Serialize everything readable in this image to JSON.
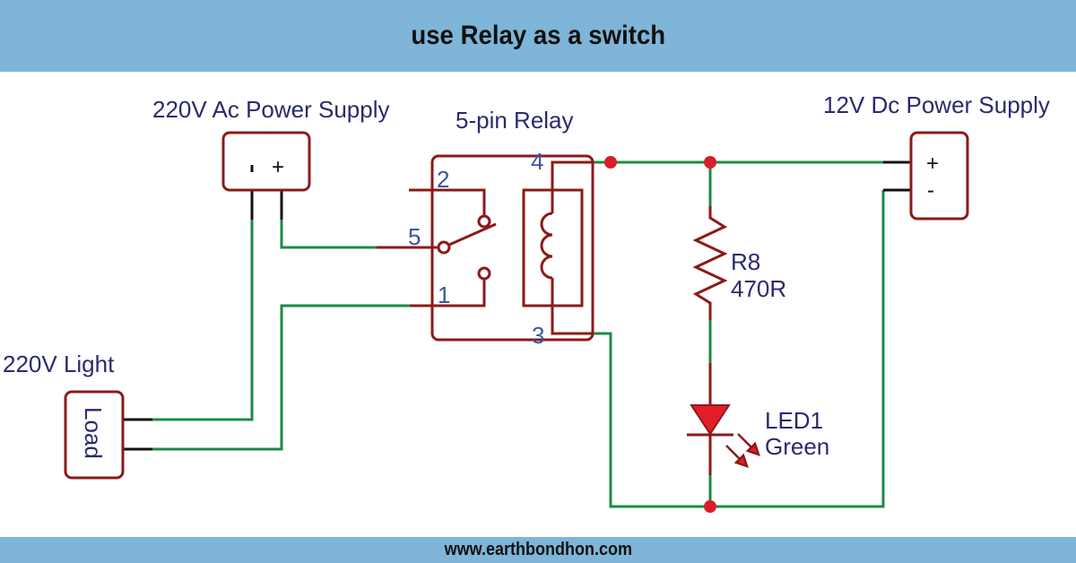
{
  "header": {
    "title": "use Relay as a switch"
  },
  "footer": {
    "website": "www.earthbondhon.com"
  },
  "colors": {
    "banner": "#7eb5d8",
    "component_outline": "#8b1a1a",
    "wire": "#1e8a44",
    "junction": "#d81e28",
    "label_text": "#2a2a6e",
    "pin_text": "#3a55a0"
  },
  "components": {
    "ac_supply": {
      "label": "220V Ac Power Supply",
      "neg": "-",
      "pos": "+"
    },
    "relay": {
      "label": "5-pin Relay",
      "pins": {
        "p1": "1",
        "p2": "2",
        "p3": "3",
        "p4": "4",
        "p5": "5"
      }
    },
    "dc_supply": {
      "label": "12V Dc Power Supply",
      "pos": "+",
      "neg": "-"
    },
    "resistor": {
      "ref": "R8",
      "value": "470R"
    },
    "led": {
      "ref": "LED1",
      "value": "Green"
    },
    "load": {
      "label": "220V Light",
      "body": "Load"
    }
  }
}
